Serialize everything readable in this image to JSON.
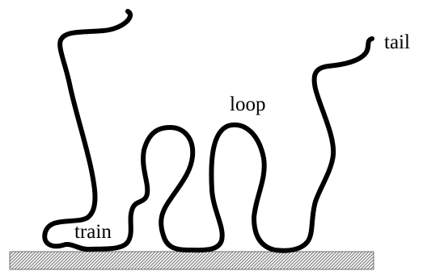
{
  "labels": {
    "tail": "tail",
    "loop": "loop",
    "train": "train"
  },
  "colors": {
    "chain": "#000000",
    "surface_hatch": "#6a6a6a",
    "background": "#ffffff"
  }
}
